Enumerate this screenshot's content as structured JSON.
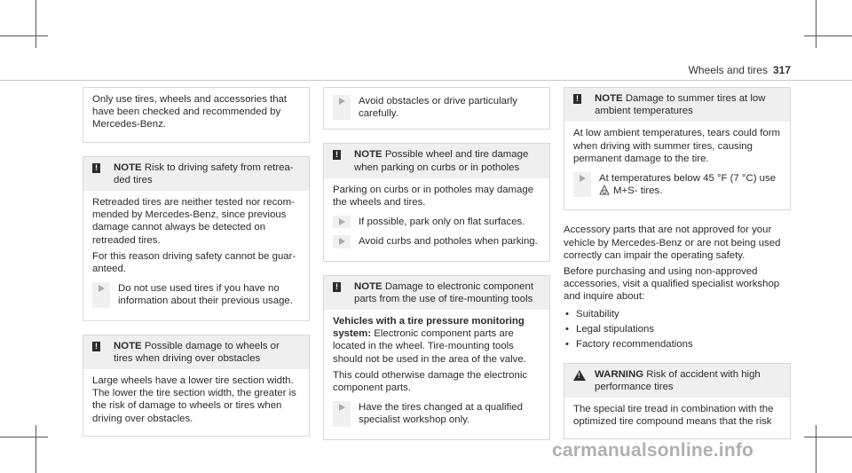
{
  "header": {
    "section": "Wheels and tires",
    "page": "317"
  },
  "col1": {
    "intro": "Only use tires, wheels and accessories that have been checked and recommended by Mercedes-Benz.",
    "note1": {
      "label": "NOTE",
      "title": "Risk to driving safety from retrea­ded tires",
      "p1": "Retreaded tires are neither tested nor recom­mended by Mercedes-Benz, since previous damage cannot always be detected on retreaded tires.",
      "p2": "For this reason driving safety cannot be guar­anteed.",
      "action": "Do not use used tires if you have no information about their previous usage."
    },
    "note2": {
      "label": "NOTE",
      "title": "Possible damage to wheels or tires when driving over obstacles",
      "p1": "Large wheels have a lower tire section width. The lower the tire section width, the greater is the risk of damage to wheels or tires when driving over obstacles."
    }
  },
  "col2": {
    "action0": "Avoid obstacles or drive particularly carefully.",
    "note3": {
      "label": "NOTE",
      "title": "Possible wheel and tire damage when parking on curbs or in potholes",
      "p1": "Parking on curbs or in potholes may damage the wheels and tires.",
      "action1": "If possible, park only on flat surfaces.",
      "action2": "Avoid curbs and potholes when parking."
    },
    "note4": {
      "label": "NOTE",
      "title": "Damage to electronic component parts from the use of tire-mounting tools",
      "lead": "Vehicles with a tire pressure monitoring system:",
      "p1": "Electronic component parts are located in the wheel. Tire-mounting tools should not be used in the area of the valve.",
      "p2": "This could otherwise damage the electronic component parts.",
      "action": "Have the tires changed at a qualified specialist workshop only."
    }
  },
  "col3": {
    "note5": {
      "label": "NOTE",
      "title": "Damage to summer tires at low ambient temperatures",
      "p1": "At low ambient temperatures, tears could form when driving with summer tires, caus­ing permanent damage to the tire.",
      "action_a": "At temperatures below 45 °F (7 °C) use",
      "action_b": "M+S- tires."
    },
    "body1": "Accessory parts that are not approved for your vehicle by Mercedes-Benz or are not being used correctly can impair the operating safety.",
    "body2": "Before purchasing and using non-approved accessories, visit a qualified specialist workshop and inquire about:",
    "bullets": [
      "Suitability",
      "Legal stipulations",
      "Factory recommendations"
    ],
    "warning": {
      "label": "WARNING",
      "title": "Risk of accident with high performance tires",
      "p1": "The special tire tread in combination with the optimized tire compound means that the risk"
    }
  },
  "watermark": "carmanualsonline.info",
  "icons": {
    "note": "note-icon",
    "warning": "warning-triangle-icon",
    "action": "action-arrow-icon",
    "tire": "tire-icon"
  }
}
